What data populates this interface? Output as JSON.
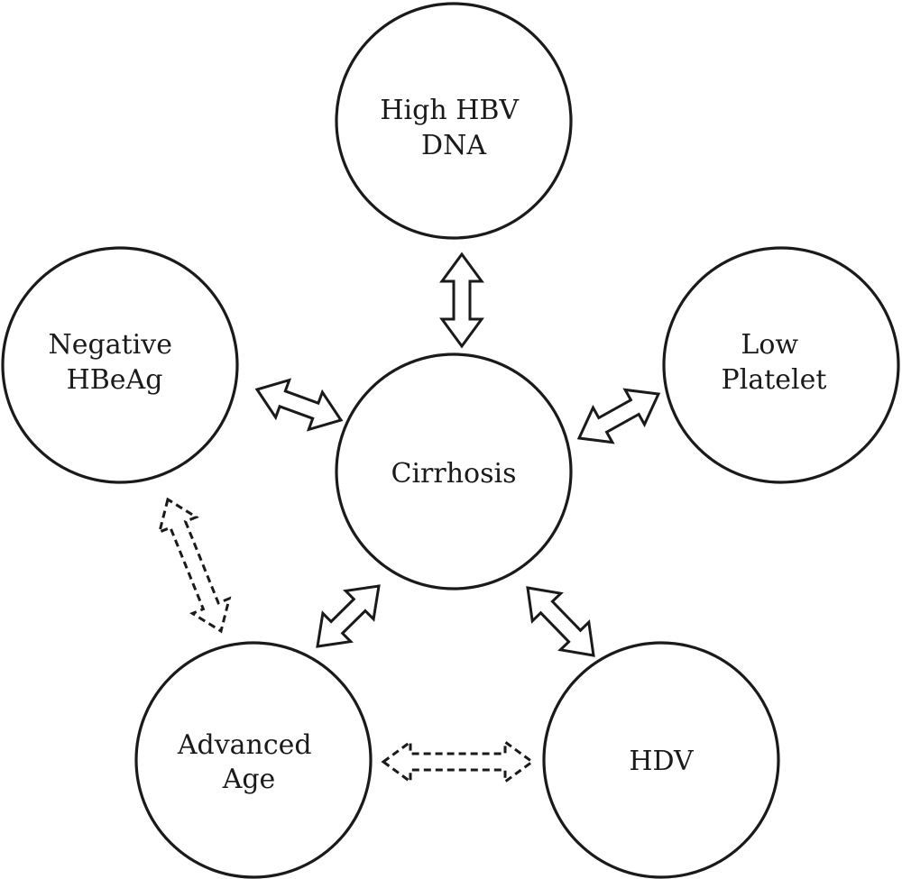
{
  "nodes": {
    "high_hbv_dna": [
      "High HBV",
      "DNA"
    ],
    "negative_hbeag": [
      "Negative",
      "HBeAg"
    ],
    "low_platelet": [
      "Low",
      "Platelet"
    ],
    "cirrhosis": [
      "Cirrhosis"
    ],
    "advanced_age": [
      "Advanced",
      "Age"
    ],
    "hdv": [
      "HDV"
    ]
  },
  "edges": [
    {
      "from": "high_hbv_dna",
      "to": "cirrhosis",
      "style": "solid"
    },
    {
      "from": "negative_hbeag",
      "to": "cirrhosis",
      "style": "solid"
    },
    {
      "from": "low_platelet",
      "to": "cirrhosis",
      "style": "solid"
    },
    {
      "from": "advanced_age",
      "to": "cirrhosis",
      "style": "solid"
    },
    {
      "from": "hdv",
      "to": "cirrhosis",
      "style": "solid"
    },
    {
      "from": "negative_hbeag",
      "to": "advanced_age",
      "style": "dashed"
    },
    {
      "from": "advanced_age",
      "to": "hdv",
      "style": "dashed"
    }
  ]
}
